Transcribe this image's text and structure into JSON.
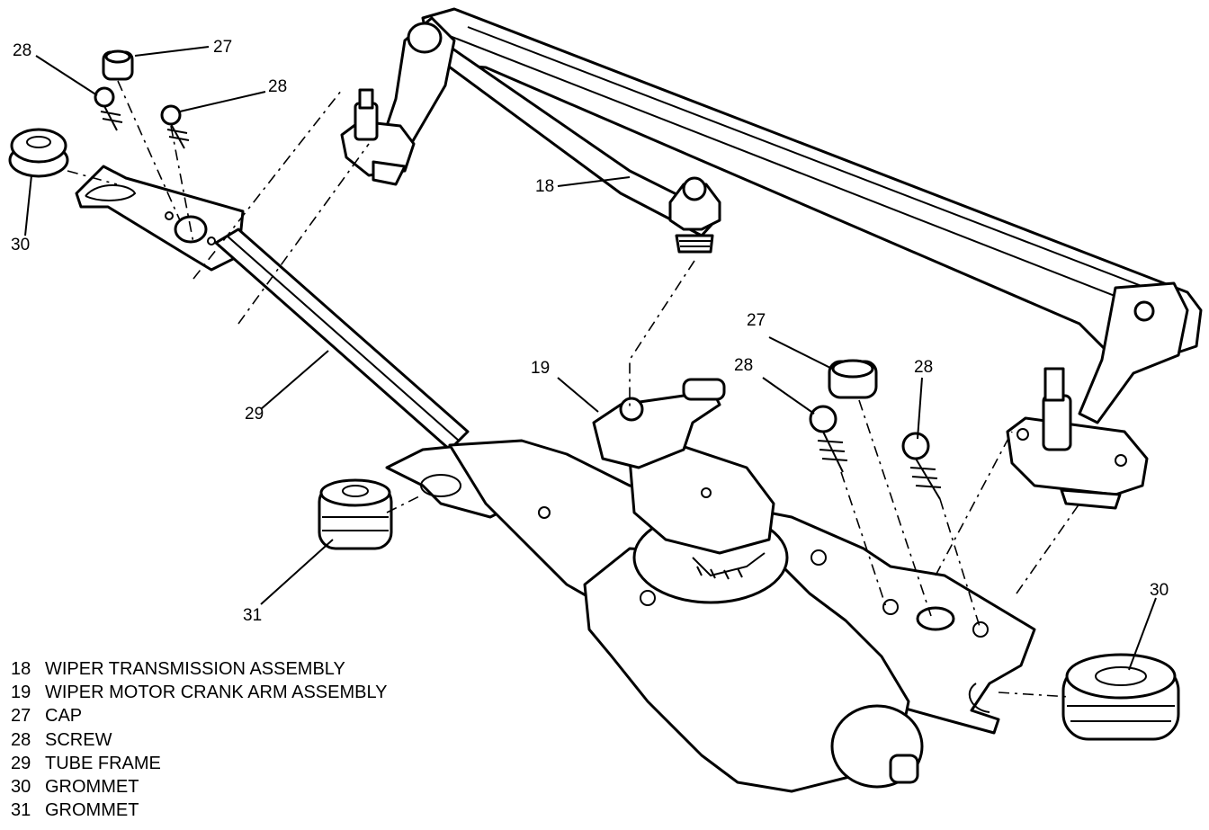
{
  "diagram": {
    "callouts": [
      {
        "id": "c27a",
        "text": "27"
      },
      {
        "id": "c28a",
        "text": "28"
      },
      {
        "id": "c28b",
        "text": "28"
      },
      {
        "id": "c30a",
        "text": "30"
      },
      {
        "id": "c18",
        "text": "18"
      },
      {
        "id": "c27b",
        "text": "27"
      },
      {
        "id": "c19",
        "text": "19"
      },
      {
        "id": "c28c",
        "text": "28"
      },
      {
        "id": "c28d",
        "text": "28"
      },
      {
        "id": "c29",
        "text": "29"
      },
      {
        "id": "c31",
        "text": "31"
      },
      {
        "id": "c30b",
        "text": "30"
      }
    ],
    "legend": [
      {
        "num": "18",
        "label": "WIPER TRANSMISSION ASSEMBLY"
      },
      {
        "num": "19",
        "label": "WIPER MOTOR CRANK ARM ASSEMBLY"
      },
      {
        "num": "27",
        "label": "CAP"
      },
      {
        "num": "28",
        "label": "SCREW"
      },
      {
        "num": "29",
        "label": "TUBE FRAME"
      },
      {
        "num": "30",
        "label": "GROMMET"
      },
      {
        "num": "31",
        "label": "GROMMET"
      }
    ]
  }
}
